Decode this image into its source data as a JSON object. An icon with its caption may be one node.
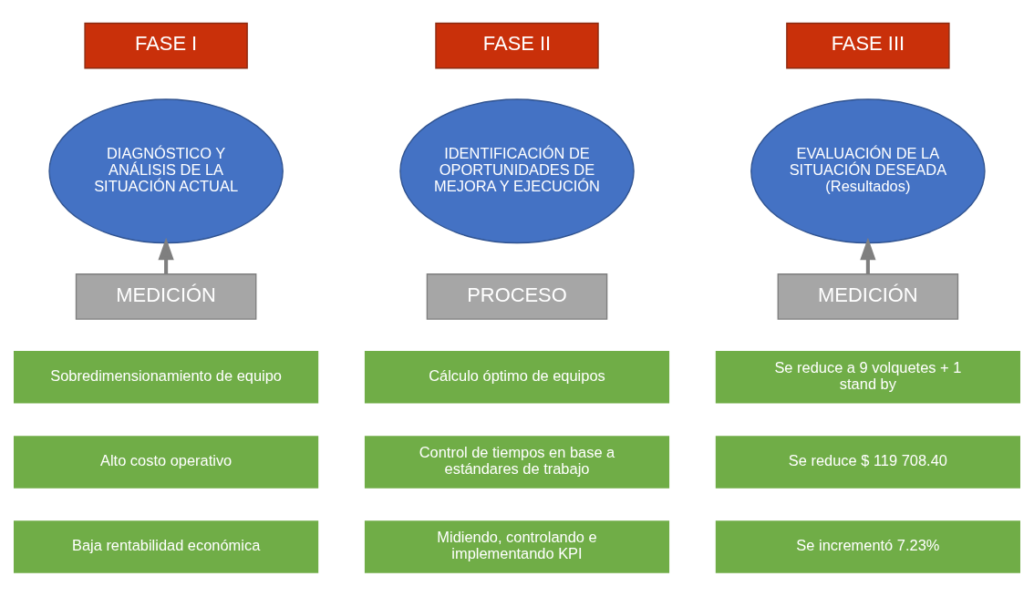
{
  "diagram": {
    "nodes": [
      {
        "text": [
          "FASE I"
        ]
      },
      {
        "text": [
          "FASE II"
        ]
      },
      {
        "text": [
          "FASE III"
        ]
      },
      {
        "text": [
          "DIAGNÓSTICO Y ANÁLISIS DE LA SITUACIÓN ACTUAL"
        ]
      },
      {
        "text": [
          "IDENTIFICACIÓN DE OPORTUNIDADES DE MEJORA Y EJECUCIÓN"
        ]
      },
      {
        "text": [
          "EVALUACIÓN DE LA SITUACIÓN DESEADA",
          "(Resultados)"
        ]
      },
      {
        "text": [
          "MEDICIÓN"
        ]
      },
      {
        "text": [
          "PROCESO"
        ]
      },
      {
        "text": [
          "MEDICIÓN"
        ]
      },
      {
        "text": [
          "Sobredimensionamiento de equipo"
        ]
      },
      {
        "text": [
          "Cálculo óptimo de equipos"
        ]
      },
      {
        "text": [
          "Se reduce a 9 volquetes + 1 stand by"
        ]
      },
      {
        "text": [
          "Alto costo operativo"
        ]
      },
      {
        "text": [
          "Control de tiempos en base a estándares de trabajo"
        ]
      },
      {
        "text": [
          "Se reduce $ 119 708.40"
        ]
      },
      {
        "text": [
          "Baja rentabilidad económica"
        ]
      },
      {
        "text": [
          "Midiendo, controlando e implementando KPI"
        ]
      },
      {
        "text": [
          "Se incrementó 7.23%"
        ]
      }
    ],
    "edges": [
      {
        "from": 6,
        "to": 3,
        "arrow": "to"
      },
      {
        "from": 8,
        "to": 5,
        "arrow": "to"
      }
    ]
  }
}
